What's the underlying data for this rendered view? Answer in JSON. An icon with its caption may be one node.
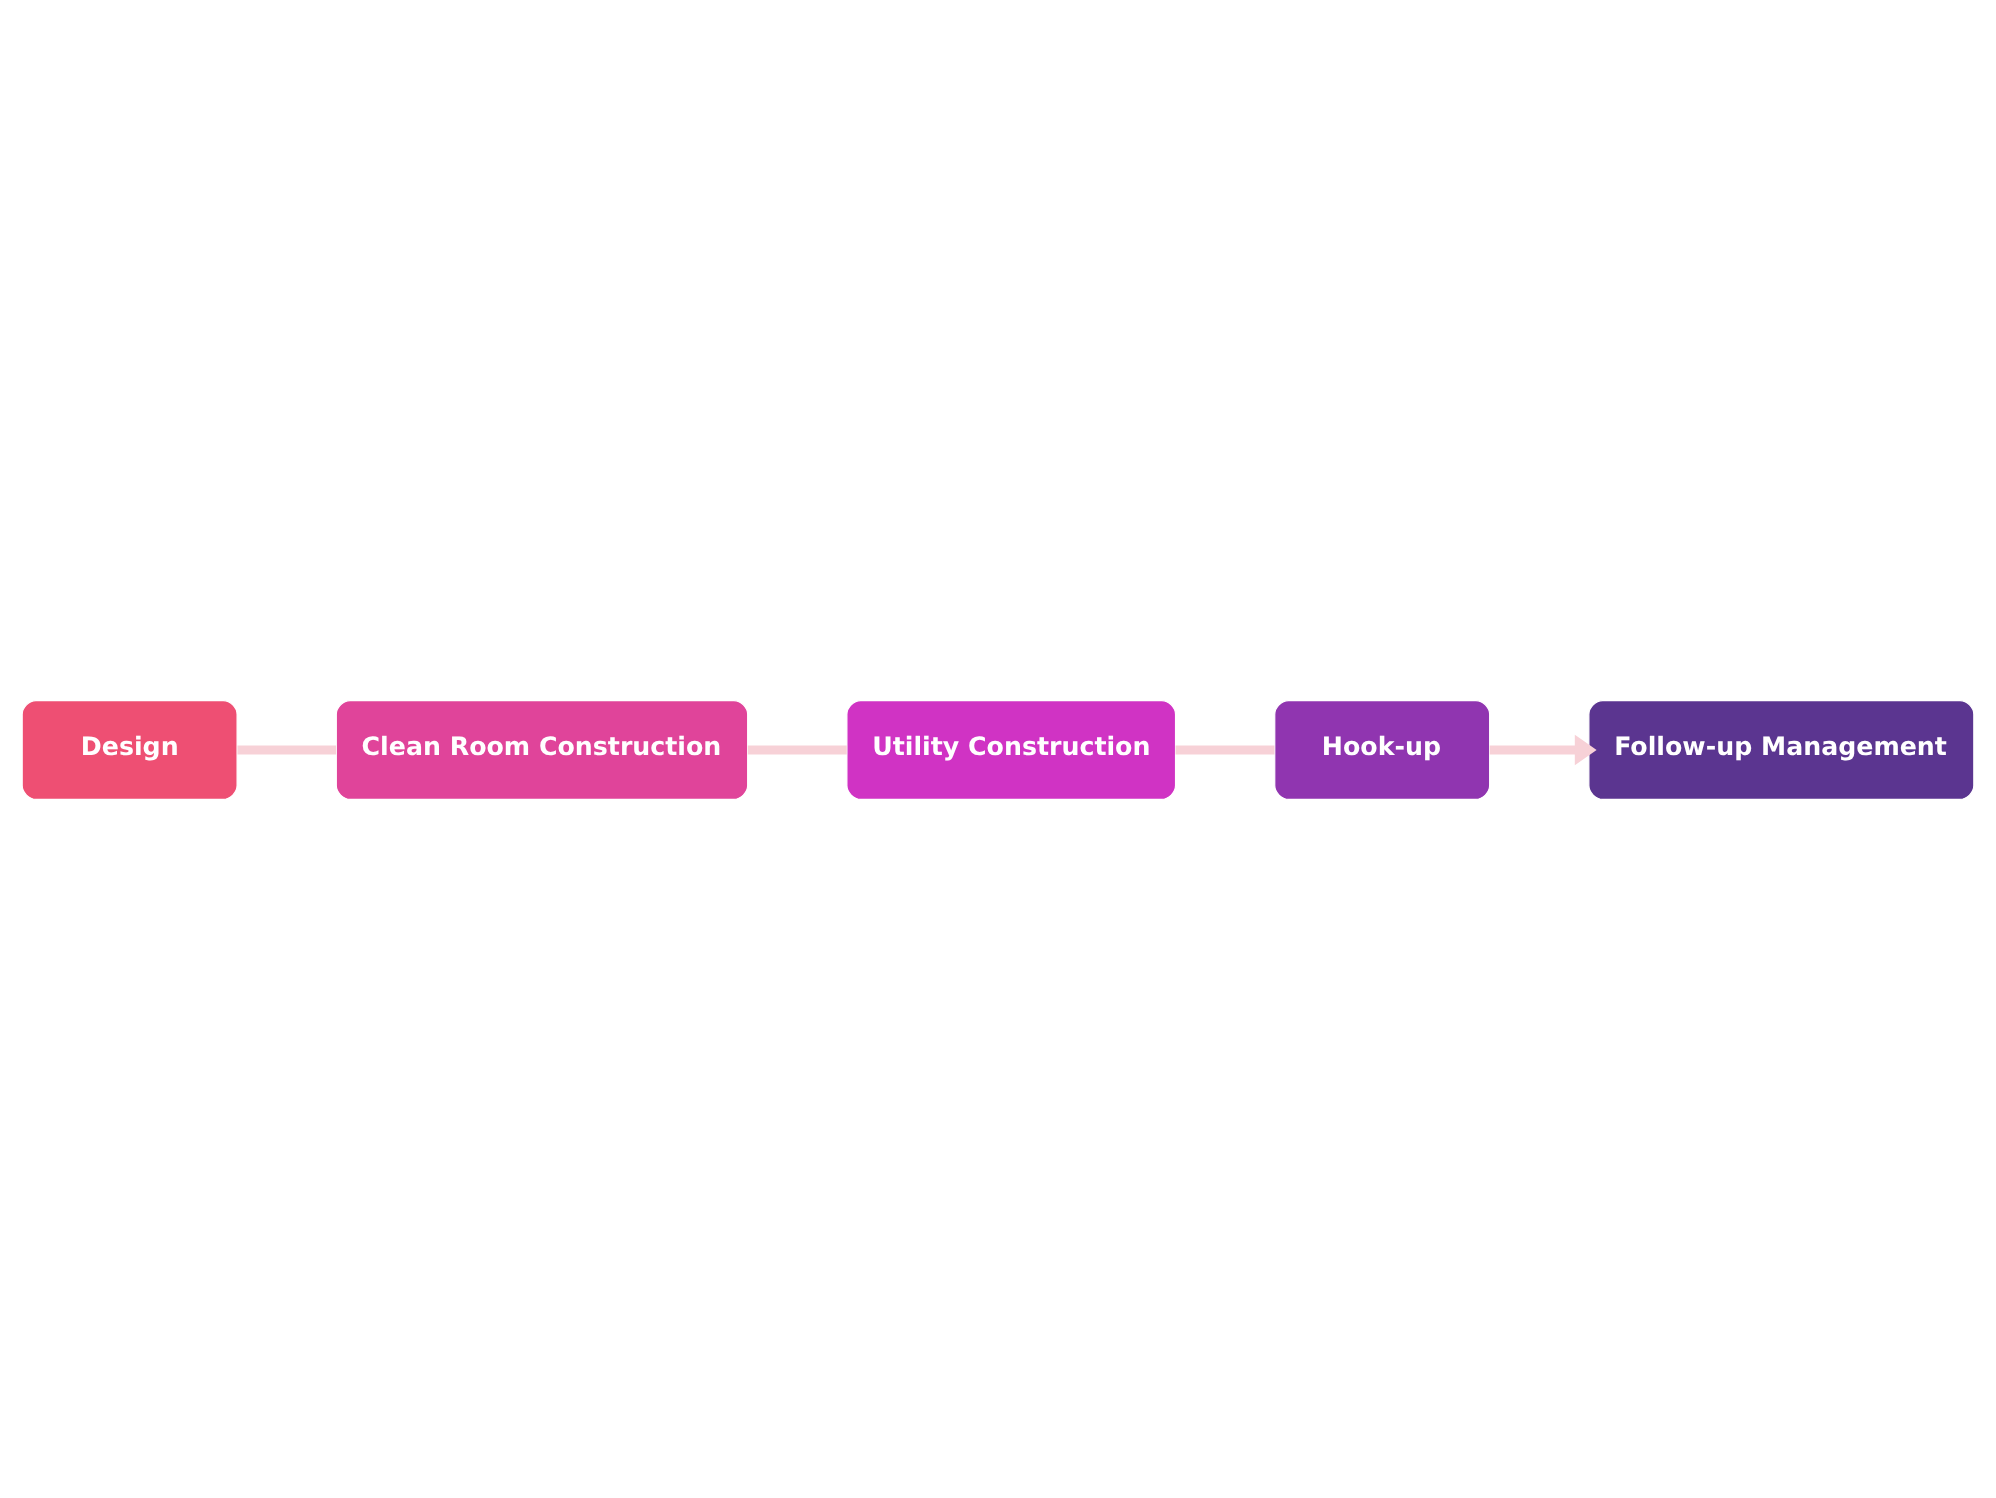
{
  "diagram": {
    "nodes": [
      {
        "text": [
          "Design"
        ]
      },
      {
        "text": [
          "Clean Room Construction"
        ]
      },
      {
        "text": [
          "Utility Construction"
        ]
      },
      {
        "text": [
          "Hook-up"
        ]
      },
      {
        "text": [
          "Follow-up Management"
        ]
      }
    ],
    "edges": [
      {
        "from": 0,
        "to": 1,
        "arrow": "none"
      },
      {
        "from": 1,
        "to": 2,
        "arrow": "none"
      },
      {
        "from": 2,
        "to": 3,
        "arrow": "none"
      },
      {
        "from": 3,
        "to": 4,
        "arrow": "to"
      }
    ]
  }
}
